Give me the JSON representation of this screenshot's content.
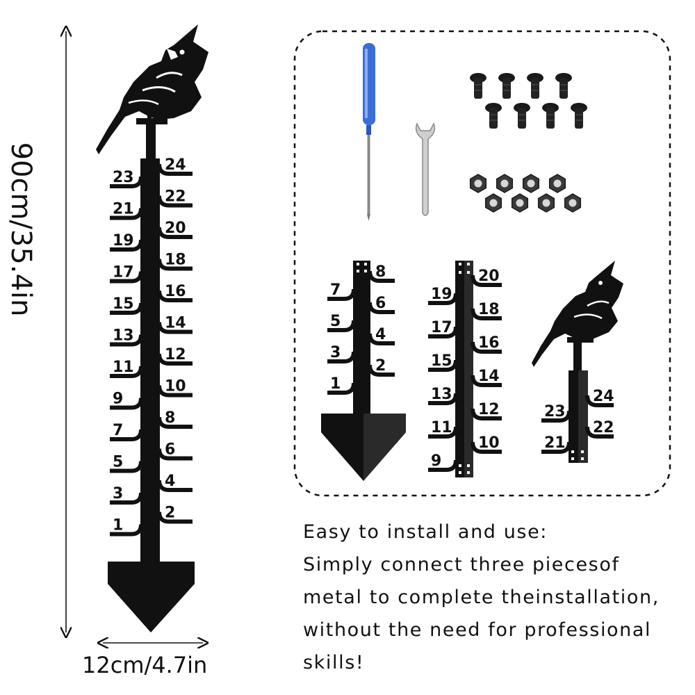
{
  "dimensions": {
    "height_label": "90cm/35.4in",
    "width_label": "12cm/4.7in"
  },
  "main_stake": {
    "left_numbers": [
      "23",
      "21",
      "19",
      "17",
      "15",
      "13",
      "11",
      "9",
      "7",
      "5",
      "3",
      "1"
    ],
    "right_numbers": [
      "24",
      "22",
      "20",
      "18",
      "16",
      "14",
      "12",
      "10",
      "8",
      "6",
      "4",
      "2"
    ]
  },
  "parts": {
    "bottom_piece": {
      "left_numbers": [
        "7",
        "5",
        "3",
        "1"
      ],
      "right_numbers": [
        "8",
        "6",
        "4",
        "2"
      ]
    },
    "middle_piece": {
      "left_numbers": [
        "19",
        "17",
        "15",
        "13",
        "11",
        "9"
      ],
      "right_numbers": [
        "20",
        "18",
        "16",
        "14",
        "12",
        "10"
      ]
    },
    "top_piece": {
      "left_numbers": [
        "23",
        "21"
      ],
      "right_numbers": [
        "24",
        "22"
      ]
    }
  },
  "hardware": {
    "screwdriver_color": "#3b6fd8",
    "screw_count": 8,
    "nut_count": 8
  },
  "description": {
    "lines": [
      "Easy to install and use:",
      "Simply connect three piecesof",
      "metal to complete theinstallation,",
      "without the need for professional",
      "skills!"
    ]
  }
}
